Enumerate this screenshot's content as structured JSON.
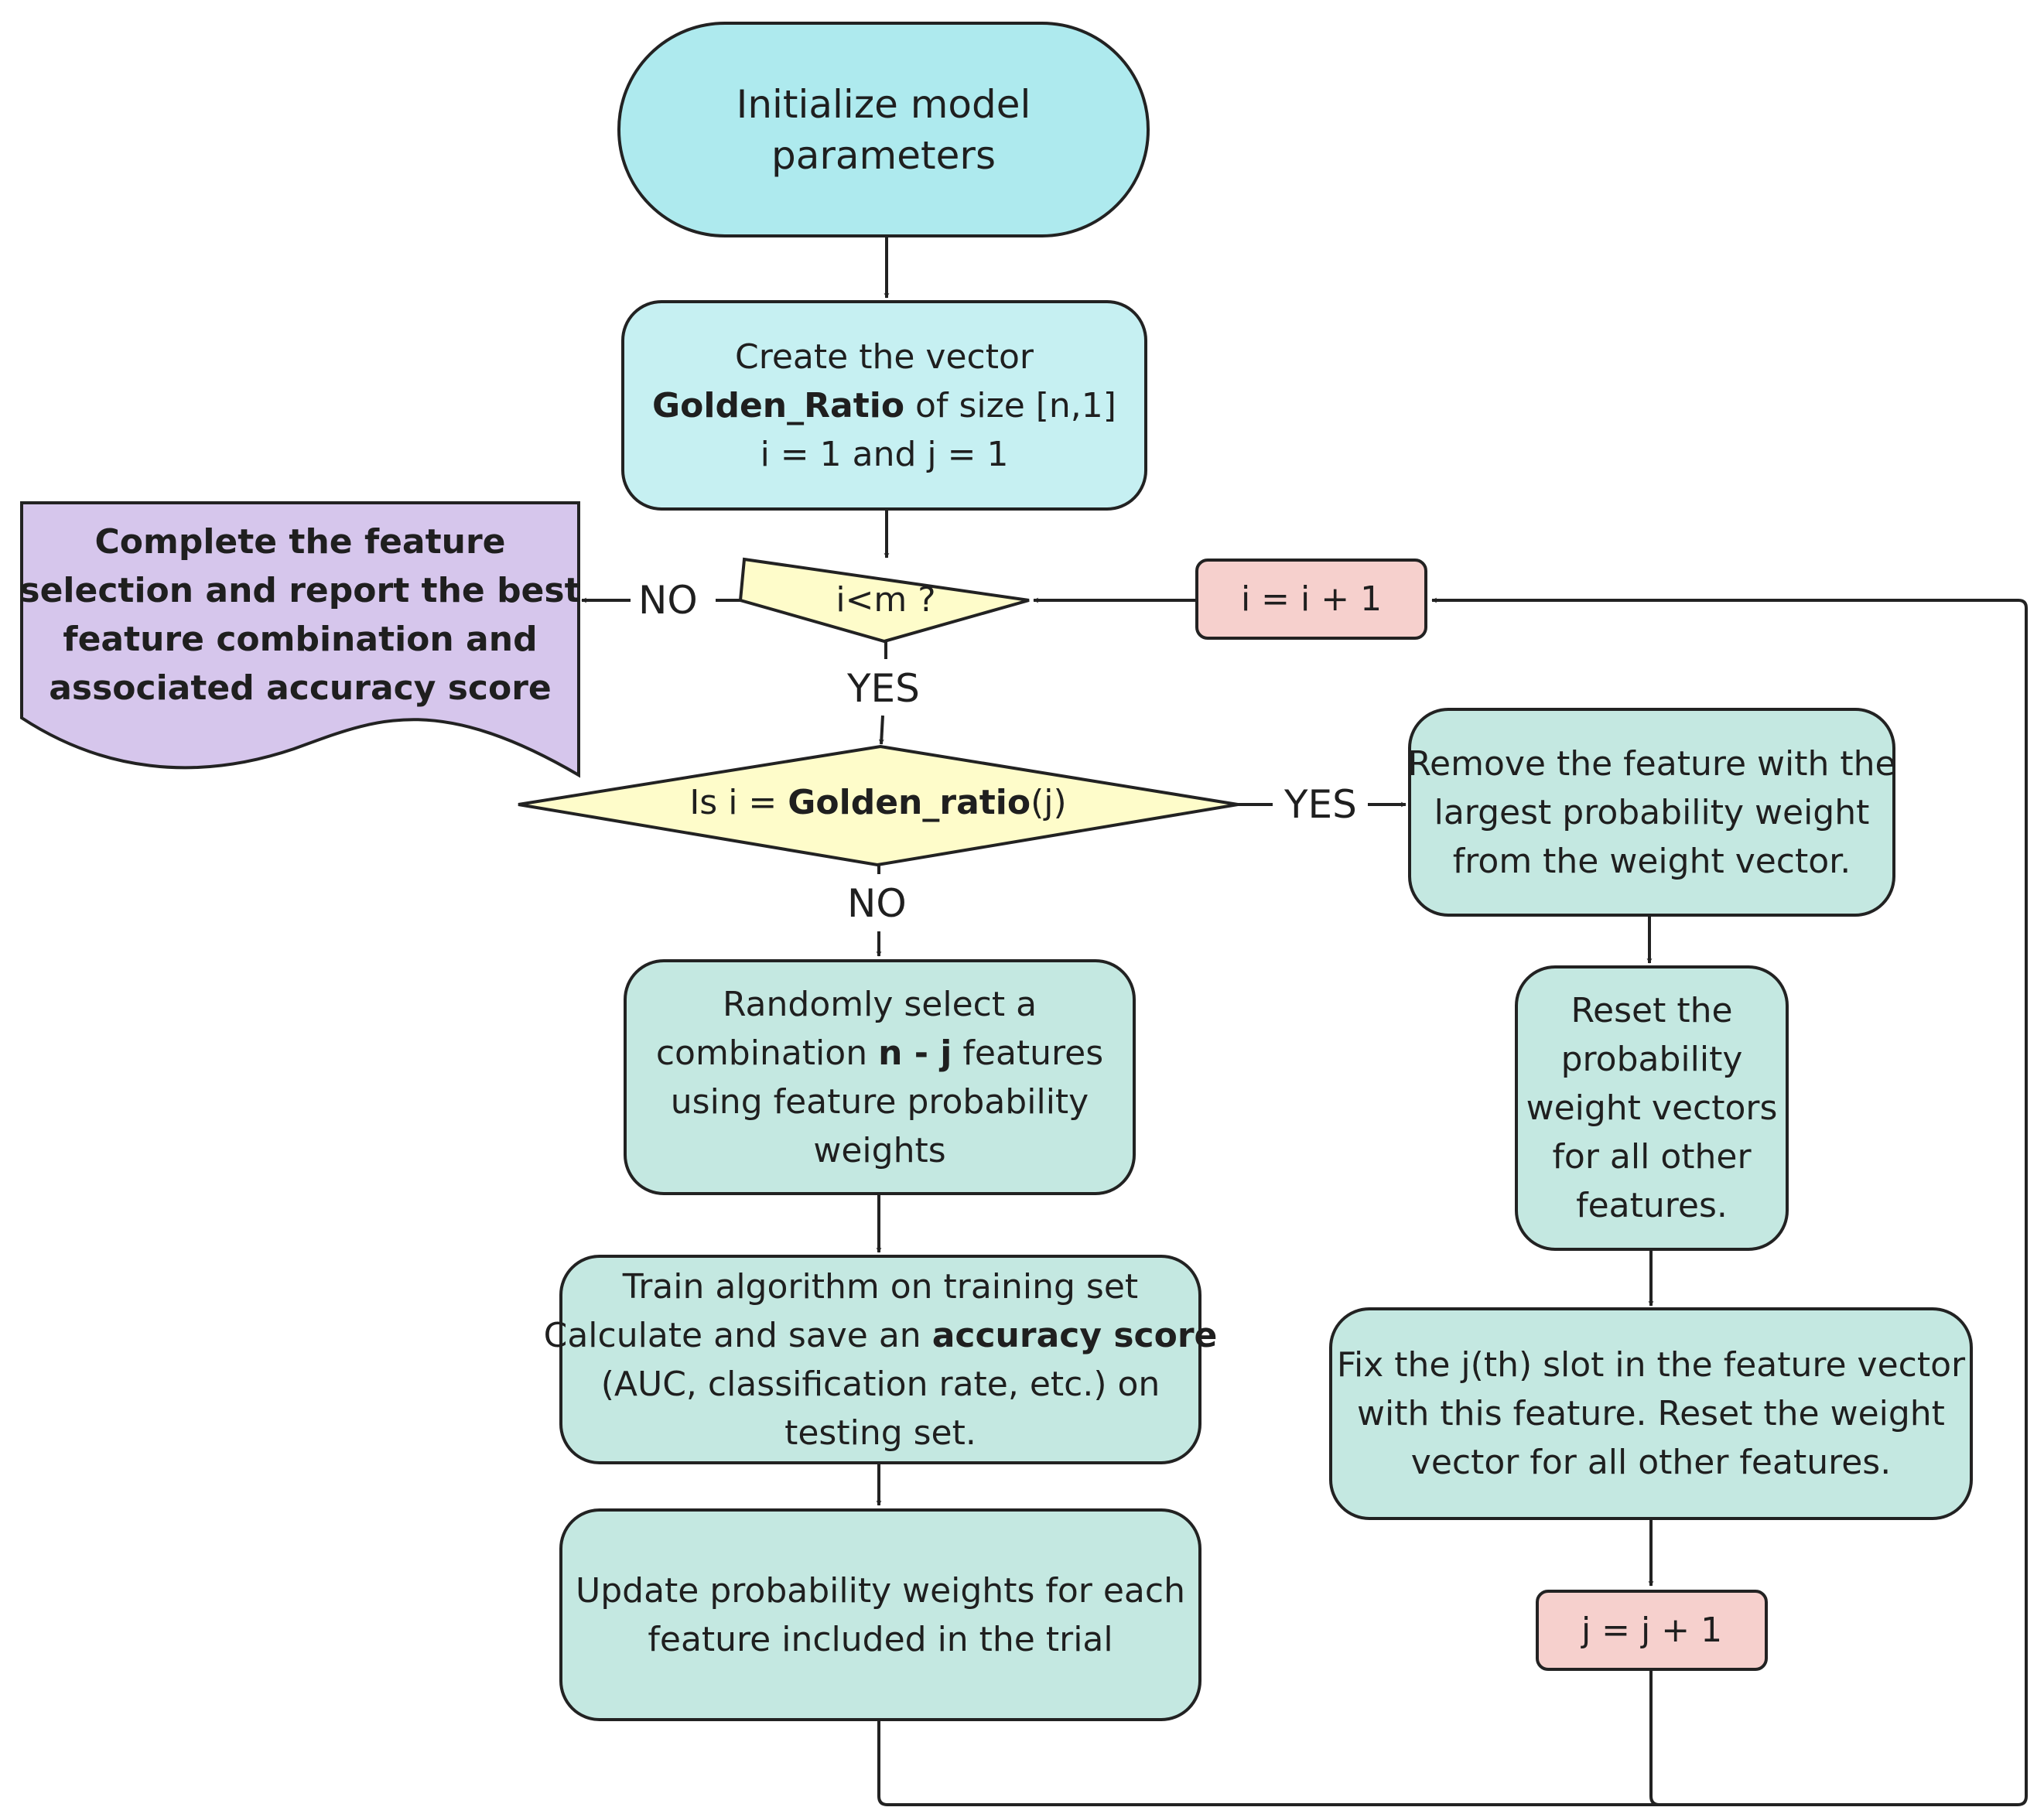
{
  "nodes": {
    "init": {
      "line1": "Initialize model",
      "line2": "parameters"
    },
    "create_vector": {
      "line1": "Create the vector",
      "line2_bold": "Golden_Ratio",
      "line2_rest": " of size [n,1]",
      "line3": "i = 1 and j = 1"
    },
    "decision_i_lt_m": {
      "text": "i<m ?"
    },
    "increment_i": {
      "text": "i = i + 1"
    },
    "complete": {
      "lines": [
        "Complete the feature",
        "selection and report the best",
        "feature combination and",
        "associated accuracy score"
      ]
    },
    "decision_golden": {
      "prefix": "Is i = ",
      "bold": "Golden_ratio",
      "suffix": "(j)"
    },
    "remove_feature": {
      "lines": [
        "Remove the feature with the",
        "largest probability weight",
        "from the weight vector."
      ]
    },
    "random_select": {
      "line1": "Randomly select a",
      "line2_pre": "combination ",
      "line2_bold": "n - j",
      "line2_post": " features",
      "line3": "using feature probability",
      "line4": "weights"
    },
    "reset_weights": {
      "lines": [
        "Reset the",
        "probability",
        "weight vectors",
        "for all other",
        "features."
      ]
    },
    "train": {
      "line1": "Train algorithm on training set",
      "line2_pre": "Calculate and save an ",
      "line2_bold": "accuracy score",
      "line3": "(AUC, classification rate, etc.) on",
      "line4": "testing set."
    },
    "fix_slot": {
      "lines": [
        "Fix the j(th) slot in the feature vector",
        "with this feature. Reset the weight",
        "vector for all other features."
      ]
    },
    "update_weights": {
      "lines": [
        "Update probability weights for each",
        "feature included in the trial"
      ]
    },
    "increment_j": {
      "text": "j = j + 1"
    }
  },
  "edge_labels": {
    "no_left": "NO",
    "yes_down": "YES",
    "yes_right": "YES",
    "no_down": "NO"
  },
  "colors": {
    "cyan_fill": "#aeeaee",
    "light_cyan_fill": "#c6f0f2",
    "teal_fill": "#c4e8e1",
    "diamond_fill": "#fefcca",
    "pink_fill": "#f6d0cd",
    "purple_fill": "#d6c6ec",
    "stroke": "#222222"
  }
}
